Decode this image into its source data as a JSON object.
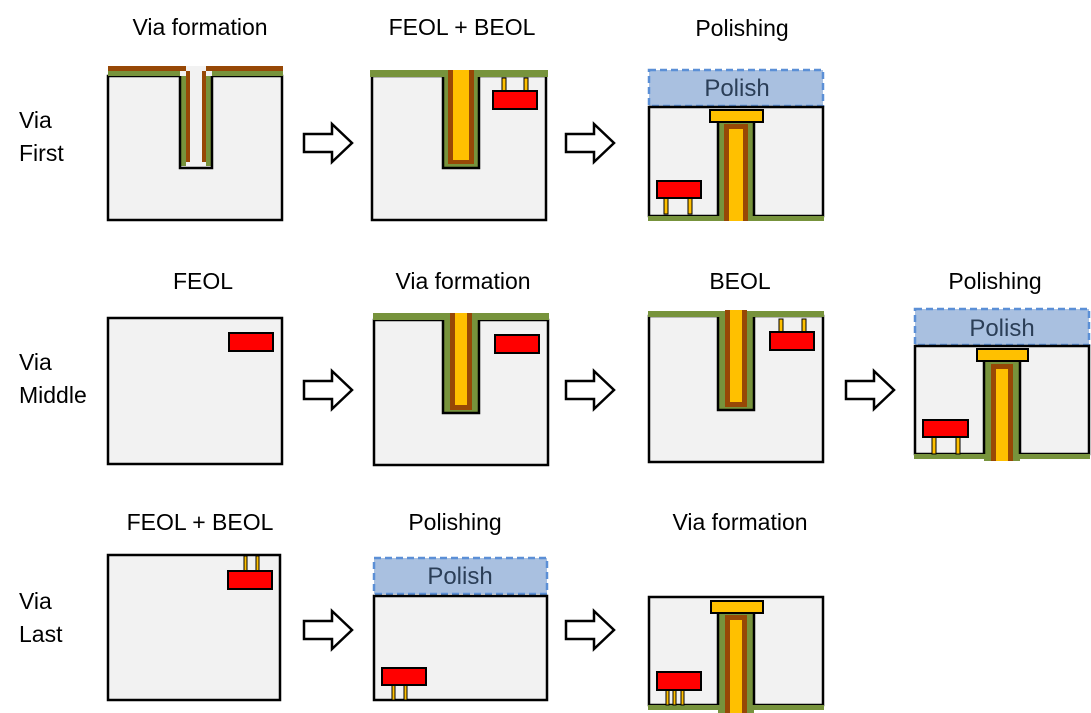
{
  "figure": {
    "rows": [
      {
        "label_line1": "Via",
        "label_line2": "First",
        "steps": [
          "Via formation",
          "FEOL + BEOL",
          "Polishing"
        ]
      },
      {
        "label_line1": "Via",
        "label_line2": "Middle",
        "steps": [
          "FEOL",
          "Via formation",
          "BEOL",
          "Polishing"
        ]
      },
      {
        "label_line1": "Via",
        "label_line2": "Last",
        "steps": [
          "FEOL + BEOL",
          "Polishing",
          "Via formation"
        ]
      }
    ],
    "polish_label": "Polish",
    "colors": {
      "substrate": "#f2f2f2",
      "outline": "#000000",
      "liner_green": "#77933c",
      "barrier_brown": "#974806",
      "copper_fill": "#ffc000",
      "device_red": "#ff0000",
      "polish_fill": "#a9c0e0",
      "polish_border": "#5b8fd6"
    }
  }
}
